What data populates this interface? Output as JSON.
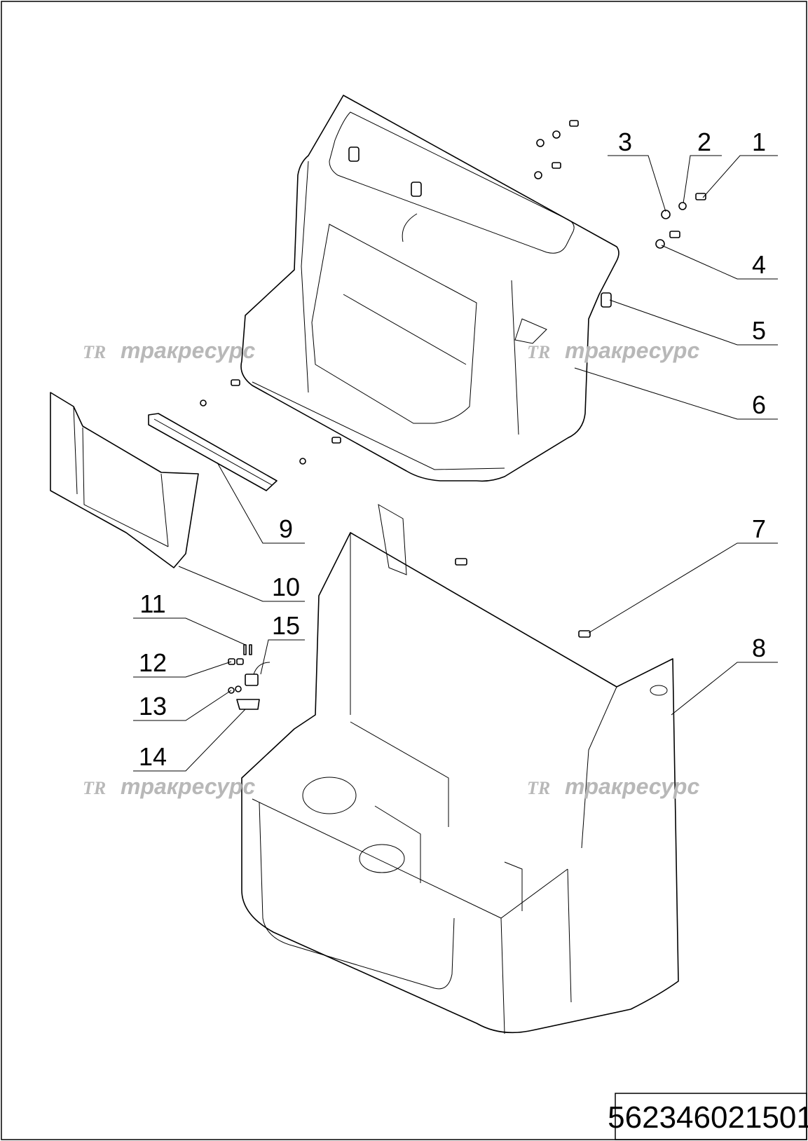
{
  "diagram": {
    "document_number": "562346021501",
    "watermark": {
      "logo": "TR",
      "text": "тракресурс"
    },
    "callouts": [
      {
        "id": "c1",
        "label": "1"
      },
      {
        "id": "c2",
        "label": "2"
      },
      {
        "id": "c3",
        "label": "3"
      },
      {
        "id": "c4",
        "label": "4"
      },
      {
        "id": "c5",
        "label": "5"
      },
      {
        "id": "c6",
        "label": "6"
      },
      {
        "id": "c7",
        "label": "7"
      },
      {
        "id": "c8",
        "label": "8"
      },
      {
        "id": "c9",
        "label": "9"
      },
      {
        "id": "c10",
        "label": "10"
      },
      {
        "id": "c11",
        "label": "11"
      },
      {
        "id": "c12",
        "label": "12"
      },
      {
        "id": "c13",
        "label": "13"
      },
      {
        "id": "c14",
        "label": "14"
      },
      {
        "id": "c15",
        "label": "15"
      }
    ]
  },
  "colors": {
    "line": "#000000",
    "watermark": "#b8b8b8",
    "background": "#ffffff"
  }
}
